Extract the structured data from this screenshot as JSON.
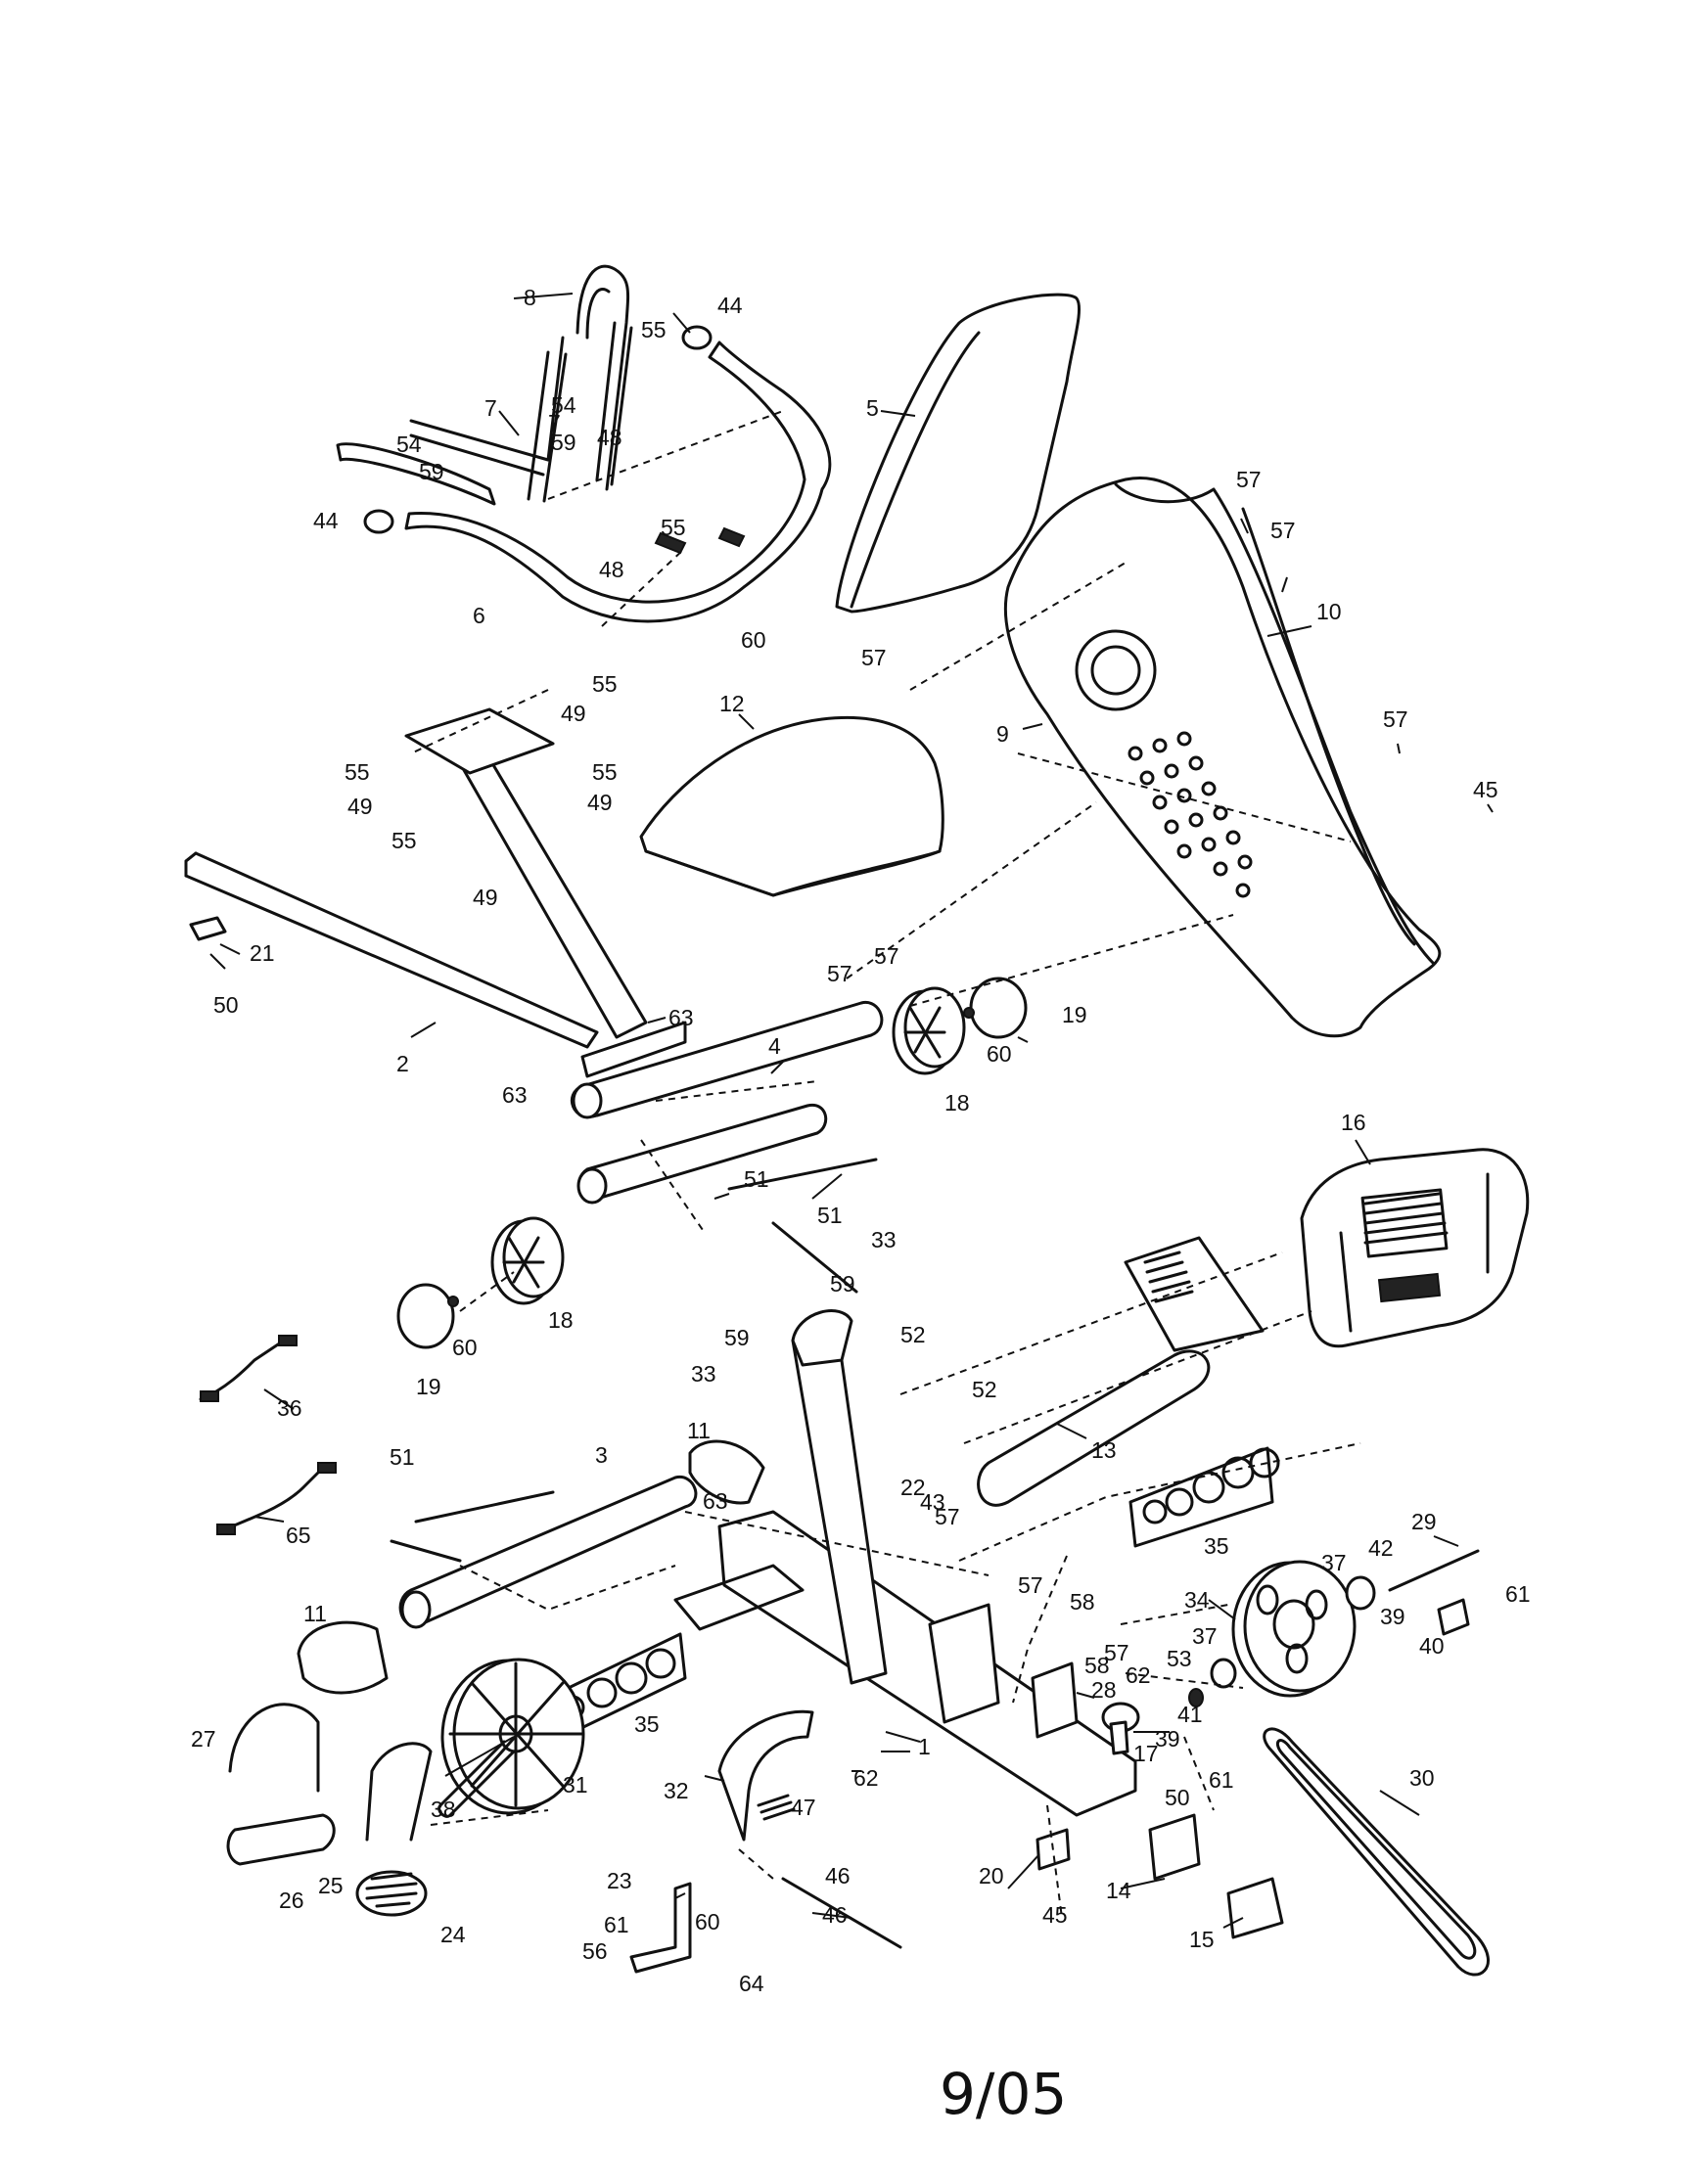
{
  "parts": [
    {
      "label": "1"
    },
    {
      "label": "2"
    },
    {
      "label": "3"
    },
    {
      "label": "4"
    },
    {
      "label": "5"
    },
    {
      "label": "6"
    },
    {
      "label": "7"
    },
    {
      "label": "8"
    },
    {
      "label": "9"
    },
    {
      "label": "10"
    },
    {
      "label": "11"
    },
    {
      "label": "11"
    },
    {
      "label": "12"
    },
    {
      "label": "13"
    },
    {
      "label": "14"
    },
    {
      "label": "15"
    },
    {
      "label": "16"
    },
    {
      "label": "17"
    },
    {
      "label": "18"
    },
    {
      "label": "18"
    },
    {
      "label": "19"
    },
    {
      "label": "19"
    },
    {
      "label": "20"
    },
    {
      "label": "21"
    },
    {
      "label": "22"
    },
    {
      "label": "23"
    },
    {
      "label": "24"
    },
    {
      "label": "25"
    },
    {
      "label": "26"
    },
    {
      "label": "27"
    },
    {
      "label": "28"
    },
    {
      "label": "29"
    },
    {
      "label": "30"
    },
    {
      "label": "31"
    },
    {
      "label": "32"
    },
    {
      "label": "33"
    },
    {
      "label": "33"
    },
    {
      "label": "34"
    },
    {
      "label": "35"
    },
    {
      "label": "35"
    },
    {
      "label": "36"
    },
    {
      "label": "37"
    },
    {
      "label": "37"
    },
    {
      "label": "38"
    },
    {
      "label": "39"
    },
    {
      "label": "39"
    },
    {
      "label": "40"
    },
    {
      "label": "41"
    },
    {
      "label": "42"
    },
    {
      "label": "43"
    },
    {
      "label": "44"
    },
    {
      "label": "44"
    },
    {
      "label": "45"
    },
    {
      "label": "45"
    },
    {
      "label": "46"
    },
    {
      "label": "47"
    },
    {
      "label": "48"
    },
    {
      "label": "48"
    },
    {
      "label": "49"
    },
    {
      "label": "49"
    },
    {
      "label": "49"
    },
    {
      "label": "49"
    },
    {
      "label": "50"
    },
    {
      "label": "50"
    },
    {
      "label": "51"
    },
    {
      "label": "51"
    },
    {
      "label": "51"
    },
    {
      "label": "52"
    },
    {
      "label": "52"
    },
    {
      "label": "53"
    },
    {
      "label": "54"
    },
    {
      "label": "54"
    },
    {
      "label": "55"
    },
    {
      "label": "55"
    },
    {
      "label": "55"
    },
    {
      "label": "55"
    },
    {
      "label": "55"
    },
    {
      "label": "55"
    },
    {
      "label": "56"
    },
    {
      "label": "57"
    },
    {
      "label": "57"
    },
    {
      "label": "57"
    },
    {
      "label": "57"
    },
    {
      "label": "57"
    },
    {
      "label": "57"
    },
    {
      "label": "57"
    },
    {
      "label": "57"
    },
    {
      "label": "57"
    },
    {
      "label": "58"
    },
    {
      "label": "58"
    },
    {
      "label": "59"
    },
    {
      "label": "59"
    },
    {
      "label": "59"
    },
    {
      "label": "59"
    },
    {
      "label": "60"
    },
    {
      "label": "60"
    },
    {
      "label": "60"
    },
    {
      "label": "60"
    },
    {
      "label": "61"
    },
    {
      "label": "61"
    },
    {
      "label": "61"
    },
    {
      "label": "62"
    },
    {
      "label": "62"
    },
    {
      "label": "63"
    },
    {
      "label": "63"
    },
    {
      "label": "63"
    },
    {
      "label": "64"
    },
    {
      "label": "65"
    },
    {
      "label": "7"
    },
    {
      "label": "46"
    }
  ],
  "footer": {
    "date": "9/05"
  }
}
